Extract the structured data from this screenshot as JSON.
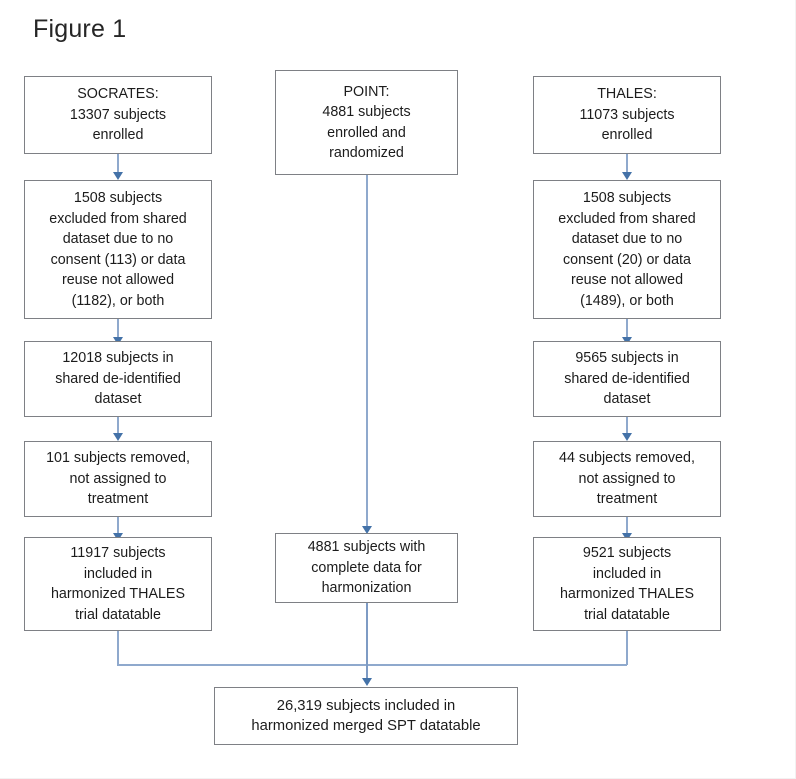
{
  "figure": {
    "title": "Figure 1",
    "colors": {
      "box_border": "#7e8085",
      "connector": "#8fa9cd",
      "arrowhead": "#4472a8",
      "background": "#ffffff",
      "text": "#1c1c1c"
    }
  },
  "columns": {
    "left": {
      "name": "SOCRATES"
    },
    "middle": {
      "name": "POINT"
    },
    "right": {
      "name": "THALES"
    }
  },
  "nodes": {
    "socrates_enrolled": "SOCRATES:\n13307 subjects\nenrolled",
    "socrates_excluded": "1508 subjects\nexcluded from shared\ndataset due to no\nconsent (113) or data\nreuse not allowed\n(1182), or both",
    "socrates_shared": "12018 subjects in\nshared de-identified\ndataset",
    "socrates_removed": "101 subjects removed,\nnot assigned to\ntreatment",
    "socrates_included": "11917 subjects\nincluded in\nharmonized THALES\ntrial datatable",
    "point_enrolled": "POINT:\n4881 subjects\nenrolled and\nrandomized",
    "point_complete": "4881 subjects with\ncomplete data for\nharmonization",
    "thales_enrolled": "THALES:\n11073 subjects\nenrolled",
    "thales_excluded": "1508 subjects\nexcluded from shared\ndataset due to no\nconsent (20) or data\nreuse not allowed\n(1489), or both",
    "thales_shared": "9565 subjects in\nshared de-identified\ndataset",
    "thales_removed": "44 subjects removed,\nnot assigned to\ntreatment",
    "thales_included": "9521 subjects\nincluded in\nharmonized THALES\ntrial datatable",
    "merged": "26,319 subjects included in\nharmonized merged SPT datatable"
  },
  "chart_data": {
    "type": "diagram",
    "title": "Figure 1",
    "diagram_kind": "CONSORT-style participant flow chart",
    "columns": [
      "SOCRATES",
      "POINT",
      "THALES"
    ],
    "flows": [
      {
        "column": "SOCRATES",
        "steps": [
          {
            "label": "SOCRATES: subjects enrolled",
            "value": 13307
          },
          {
            "label": "subjects excluded from shared dataset due to no consent or data reuse not allowed, or both",
            "value": 1508,
            "no_consent": 113,
            "reuse_not_allowed": 1182
          },
          {
            "label": "subjects in shared de-identified dataset",
            "value": 12018
          },
          {
            "label": "subjects removed, not assigned to treatment",
            "value": 101
          },
          {
            "label": "subjects included in harmonized THALES trial datatable",
            "value": 11917
          }
        ]
      },
      {
        "column": "POINT",
        "steps": [
          {
            "label": "POINT: subjects enrolled and randomized",
            "value": 4881
          },
          {
            "label": "subjects with complete data for harmonization",
            "value": 4881
          }
        ]
      },
      {
        "column": "THALES",
        "steps": [
          {
            "label": "THALES: subjects enrolled",
            "value": 11073
          },
          {
            "label": "subjects excluded from shared dataset due to no consent or data reuse not allowed, or both",
            "value": 1508,
            "no_consent": 20,
            "reuse_not_allowed": 1489
          },
          {
            "label": "subjects in shared de-identified dataset",
            "value": 9565
          },
          {
            "label": "subjects removed, not assigned to treatment",
            "value": 44
          },
          {
            "label": "subjects included in harmonized THALES trial datatable",
            "value": 9521
          }
        ]
      }
    ],
    "merge": {
      "label": "subjects included in harmonized merged SPT datatable",
      "value": 26319,
      "value_text": "26,319"
    }
  }
}
